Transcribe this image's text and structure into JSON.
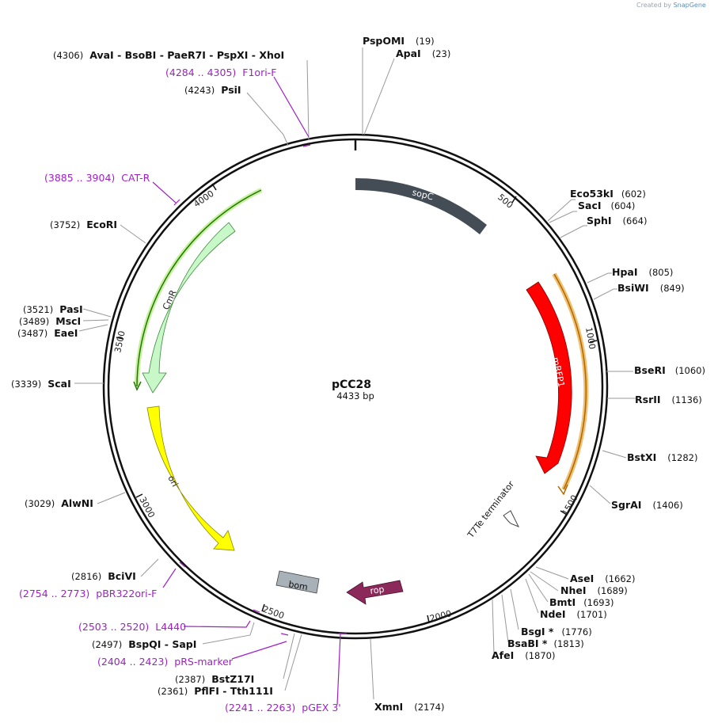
{
  "credit": {
    "prefix": "Created by",
    "brand": "SnapGene"
  },
  "plasmid": {
    "name": "pCC28",
    "length_label": "4433 bp",
    "length": 4433
  },
  "ticks": [
    "500",
    "1000",
    "1500",
    "2000",
    "2500",
    "3000",
    "3500",
    "4000"
  ],
  "features": [
    {
      "name": "sopC",
      "color": "#444c56",
      "text_color": "#ffffff"
    },
    {
      "name": "mRFP1",
      "color": "#ff0000",
      "text_color": "#ffffff"
    },
    {
      "name": "CmR",
      "color": "#c8f7c8",
      "text_color": "#222222"
    },
    {
      "name": "ori",
      "color": "#ffff00",
      "text_color": "#222222"
    },
    {
      "name": "bom",
      "color": "#a8b0b8",
      "text_color": "#111111"
    },
    {
      "name": "rop",
      "color": "#8b2a5a",
      "text_color": "#ffffff"
    },
    {
      "name": "T7Te terminator",
      "color": "#ffffff",
      "text_color": "#111111"
    }
  ],
  "enzymes": [
    {
      "pos": "(19)",
      "name": "PspOMI"
    },
    {
      "pos": "(23)",
      "name": "ApaI"
    },
    {
      "pos": "(602)",
      "name": "Eco53kI"
    },
    {
      "pos": "(604)",
      "name": "SacI"
    },
    {
      "pos": "(664)",
      "name": "SphI"
    },
    {
      "pos": "(805)",
      "name": "HpaI"
    },
    {
      "pos": "(849)",
      "name": "BsiWI"
    },
    {
      "pos": "(1060)",
      "name": "BseRI"
    },
    {
      "pos": "(1136)",
      "name": "RsrII"
    },
    {
      "pos": "(1282)",
      "name": "BstXI"
    },
    {
      "pos": "(1406)",
      "name": "SgrAI"
    },
    {
      "pos": "(1662)",
      "name": "AseI"
    },
    {
      "pos": "(1689)",
      "name": "NheI"
    },
    {
      "pos": "(1693)",
      "name": "BmtI"
    },
    {
      "pos": "(1701)",
      "name": "NdeI"
    },
    {
      "pos": "(1776)",
      "name": "BsgI *"
    },
    {
      "pos": "(1813)",
      "name": "BsaBI *"
    },
    {
      "pos": "(1870)",
      "name": "AfeI"
    },
    {
      "pos": "(2174)",
      "name": "XmnI"
    },
    {
      "pos": "(2361)",
      "name": "PflFI  - Tth111I"
    },
    {
      "pos": "(2387)",
      "name": "BstZ17I"
    },
    {
      "pos": "(2497)",
      "name": "BspQI  - SapI"
    },
    {
      "pos": "(2816)",
      "name": "BciVI"
    },
    {
      "pos": "(3029)",
      "name": "AlwNI"
    },
    {
      "pos": "(3339)",
      "name": "ScaI"
    },
    {
      "pos": "(3487)",
      "name": "EaeI"
    },
    {
      "pos": "(3489)",
      "name": "MscI"
    },
    {
      "pos": "(3521)",
      "name": "PasI"
    },
    {
      "pos": "(3752)",
      "name": "EcoRI"
    },
    {
      "pos": "(4243)",
      "name": "PsiI"
    },
    {
      "pos": "(4306)",
      "name": "AvaI  - BsoBI  - PaeR7I  - PspXI  - XhoI"
    }
  ],
  "primers": [
    {
      "range": "(4284 .. 4305)",
      "name": "F1ori-F"
    },
    {
      "range": "(3885 .. 3904)",
      "name": "CAT-R"
    },
    {
      "range": "(2754 .. 2773)",
      "name": "pBR322ori-F"
    },
    {
      "range": "(2503 .. 2520)",
      "name": "L4440"
    },
    {
      "range": "(2404 .. 2423)",
      "name": "pRS-marker"
    },
    {
      "range": "(2241 .. 2263)",
      "name": "pGEX 3'"
    }
  ],
  "colors": {
    "primer": "#a020c8",
    "backbone": "#111111",
    "leader": "#999999"
  }
}
